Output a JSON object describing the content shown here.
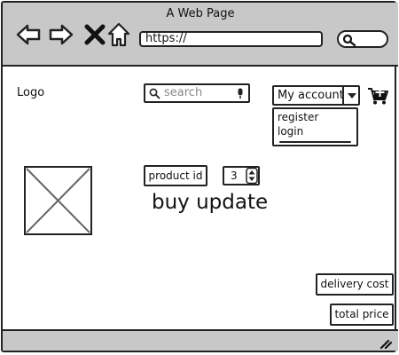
{
  "window": {
    "title": "A Web Page"
  },
  "browser": {
    "url": "https://",
    "icons": [
      "back-arrow-icon",
      "forward-arrow-icon",
      "close-x-icon",
      "home-icon",
      "search-icon"
    ]
  },
  "header": {
    "logo": "Logo",
    "search_placeholder": "search",
    "account_label": "My account",
    "account_menu": [
      "register",
      "login"
    ]
  },
  "product": {
    "id_label": "product id",
    "quantity": "3",
    "buy_label": "buy update"
  },
  "summary": {
    "delivery_label": "delivery cost",
    "total_label": "total price"
  }
}
